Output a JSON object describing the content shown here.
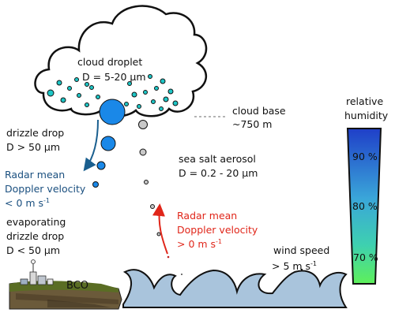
{
  "cloud": {
    "title": "cloud droplet",
    "size": "D = 5-20 µm"
  },
  "cloud_base": {
    "line1": "cloud base",
    "line2": "~750 m"
  },
  "drizzle": {
    "line1": "drizzle drop",
    "line2": "D > 50 µm"
  },
  "radar_down": {
    "line1": "Radar mean",
    "line2": "Doppler velocity",
    "line3_main": "< 0 m s",
    "line3_sup": "-1"
  },
  "evaporating": {
    "line1": "evaporating",
    "line2": "drizzle drop",
    "line3": "D < 50 µm"
  },
  "sea_salt": {
    "line1": "sea salt aerosol",
    "line2": "D = 0.2 - 20 µm"
  },
  "radar_up": {
    "line1": "Radar mean",
    "line2": "Doppler velocity",
    "line3": "> 0 m s",
    "line3_sup": "-1"
  },
  "wind": {
    "line1": "wind speed",
    "line2_main": "> 5 m s",
    "line2_sup": "-1"
  },
  "humidity": {
    "line1": "relative",
    "line2": "humidity",
    "ticks": [
      "90 %",
      "80 %",
      "70 %"
    ],
    "colors": [
      "#2a4fd6",
      "#3fb8d8",
      "#52e07a"
    ]
  },
  "site": {
    "label": "BCO"
  },
  "colors": {
    "droplet": "#1ec6c6",
    "drizzle": "#1a88e8",
    "aerosol": "#c8c8c8",
    "sea": "#a9c4dc",
    "arrow_down": "#1a5f8f",
    "arrow_up": "#e0261a",
    "land": "#4a5a24"
  }
}
